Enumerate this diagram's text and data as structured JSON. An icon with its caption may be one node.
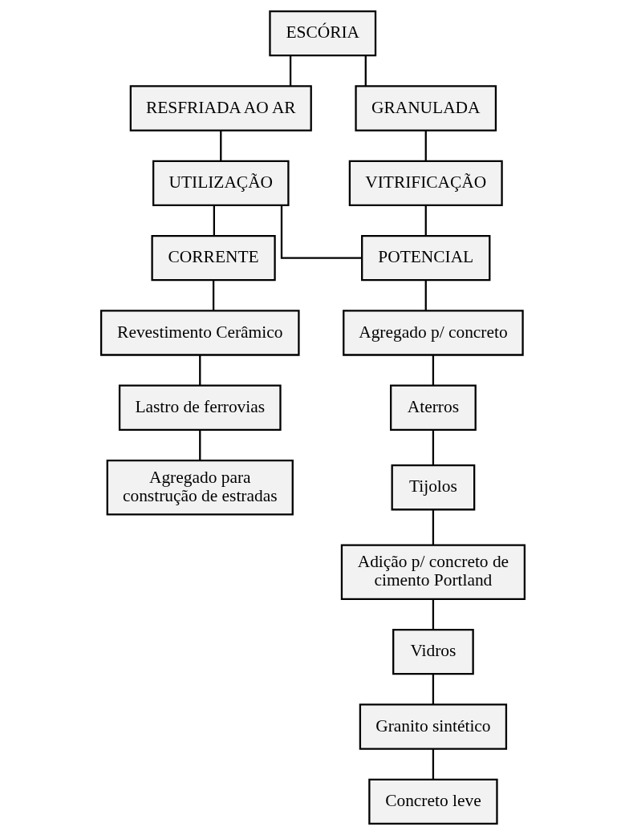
{
  "diagram": {
    "nodes": [
      {
        "text": [
          "ESCÓRIA"
        ]
      },
      {
        "text": [
          "RESFRIADA AO AR"
        ]
      },
      {
        "text": [
          "GRANULADA"
        ]
      },
      {
        "text": [
          "UTILIZAÇÃO"
        ]
      },
      {
        "text": [
          "VITRIFICAÇÃO"
        ]
      },
      {
        "text": [
          "CORRENTE"
        ]
      },
      {
        "text": [
          "POTENCIAL"
        ]
      },
      {
        "text": [
          "Revestimento Cerâmico"
        ]
      },
      {
        "text": [
          "Lastro de ferrovias"
        ]
      },
      {
        "text": [
          "Agregado para construção de estradas"
        ]
      },
      {
        "text": [
          "Agregado p/ concreto"
        ]
      },
      {
        "text": [
          "Aterros"
        ]
      },
      {
        "text": [
          "Tijolos"
        ]
      },
      {
        "text": [
          "Adição p/ concreto de cimento Portland"
        ]
      },
      {
        "text": [
          "Vidros"
        ]
      },
      {
        "text": [
          "Granito sintético"
        ]
      },
      {
        "text": [
          "Concreto leve"
        ]
      }
    ],
    "edges": [
      {
        "from": 0,
        "to": 1,
        "arrow": "none"
      },
      {
        "from": 0,
        "to": 2,
        "arrow": "none"
      },
      {
        "from": 1,
        "to": 3,
        "arrow": "none"
      },
      {
        "from": 2,
        "to": 4,
        "arrow": "none"
      },
      {
        "from": 3,
        "to": 5,
        "arrow": "none"
      },
      {
        "from": 3,
        "to": 6,
        "arrow": "none"
      },
      {
        "from": 4,
        "to": 6,
        "arrow": "none"
      },
      {
        "from": 5,
        "to": 7,
        "arrow": "none"
      },
      {
        "from": 7,
        "to": 8,
        "arrow": "none"
      },
      {
        "from": 8,
        "to": 9,
        "arrow": "none"
      },
      {
        "from": 6,
        "to": 10,
        "arrow": "none"
      },
      {
        "from": 10,
        "to": 11,
        "arrow": "none"
      },
      {
        "from": 11,
        "to": 12,
        "arrow": "none"
      },
      {
        "from": 12,
        "to": 13,
        "arrow": "none"
      },
      {
        "from": 13,
        "to": 14,
        "arrow": "none"
      },
      {
        "from": 14,
        "to": 15,
        "arrow": "none"
      },
      {
        "from": 15,
        "to": 16,
        "arrow": "none"
      }
    ]
  }
}
